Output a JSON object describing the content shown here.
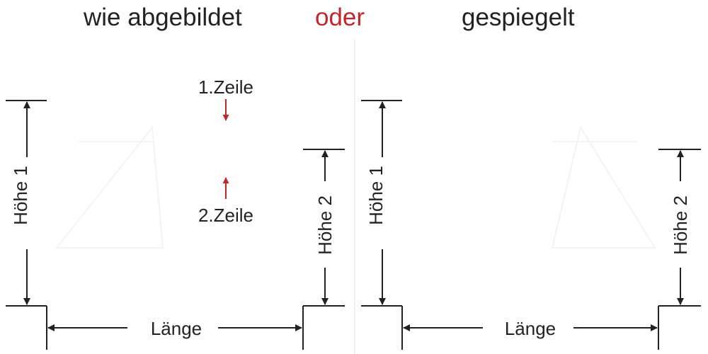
{
  "headings": {
    "left": "wie abgebildet",
    "middle": "oder",
    "right": "gespiegelt"
  },
  "labels": {
    "height1": "Höhe 1",
    "height2": "Höhe 2",
    "length": "Länge",
    "line1": "1.Zeile",
    "line2": "2.Zeile"
  },
  "colors": {
    "text": "#222222",
    "accent": "#c0272d",
    "divider": "#dddddd",
    "watermark": "#f2f2f2"
  }
}
